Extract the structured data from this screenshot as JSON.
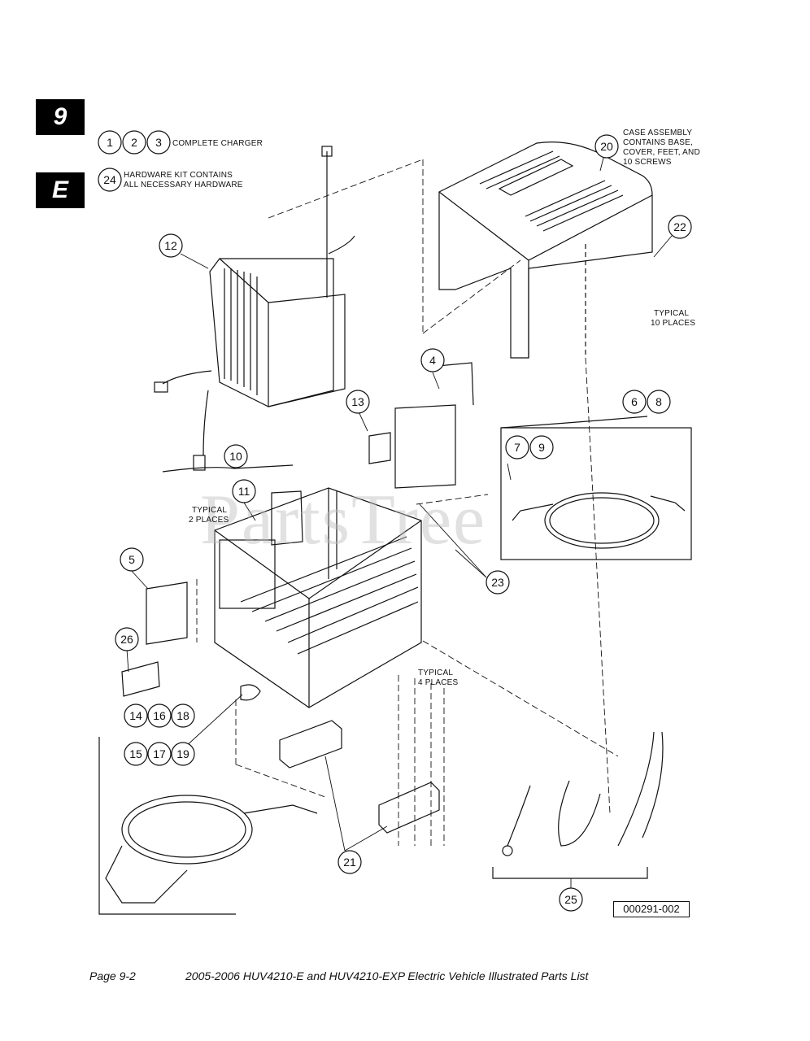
{
  "tabs": {
    "section": "9",
    "letter": "E"
  },
  "notes": {
    "complete_charger": "COMPLETE CHARGER",
    "hardware_kit_line1": "HARDWARE KIT CONTAINS",
    "hardware_kit_line2": "ALL NECESSARY HARDWARE",
    "case_line1": "CASE ASSEMBLY",
    "case_line2": "CONTAINS BASE,",
    "case_line3": "COVER, FEET, AND",
    "case_line4": "10 SCREWS",
    "typical10_line1": "TYPICAL",
    "typical10_line2": "10 PLACES",
    "typical2_line1": "TYPICAL",
    "typical2_line2": "2 PLACES",
    "typical4_line1": "TYPICAL",
    "typical4_line2": "4 PLACES"
  },
  "callouts": [
    "1",
    "2",
    "3",
    "24",
    "20",
    "22",
    "12",
    "4",
    "13",
    "6",
    "8",
    "7",
    "9",
    "10",
    "11",
    "5",
    "23",
    "26",
    "14",
    "16",
    "18",
    "15",
    "17",
    "19",
    "21",
    "25"
  ],
  "watermark": "PartsTree",
  "reference_number": "000291-002",
  "footer": {
    "page": "Page 9-2",
    "title": "2005-2006 HUV4210-E and HUV4210-EXP Electric Vehicle Illustrated Parts List"
  }
}
